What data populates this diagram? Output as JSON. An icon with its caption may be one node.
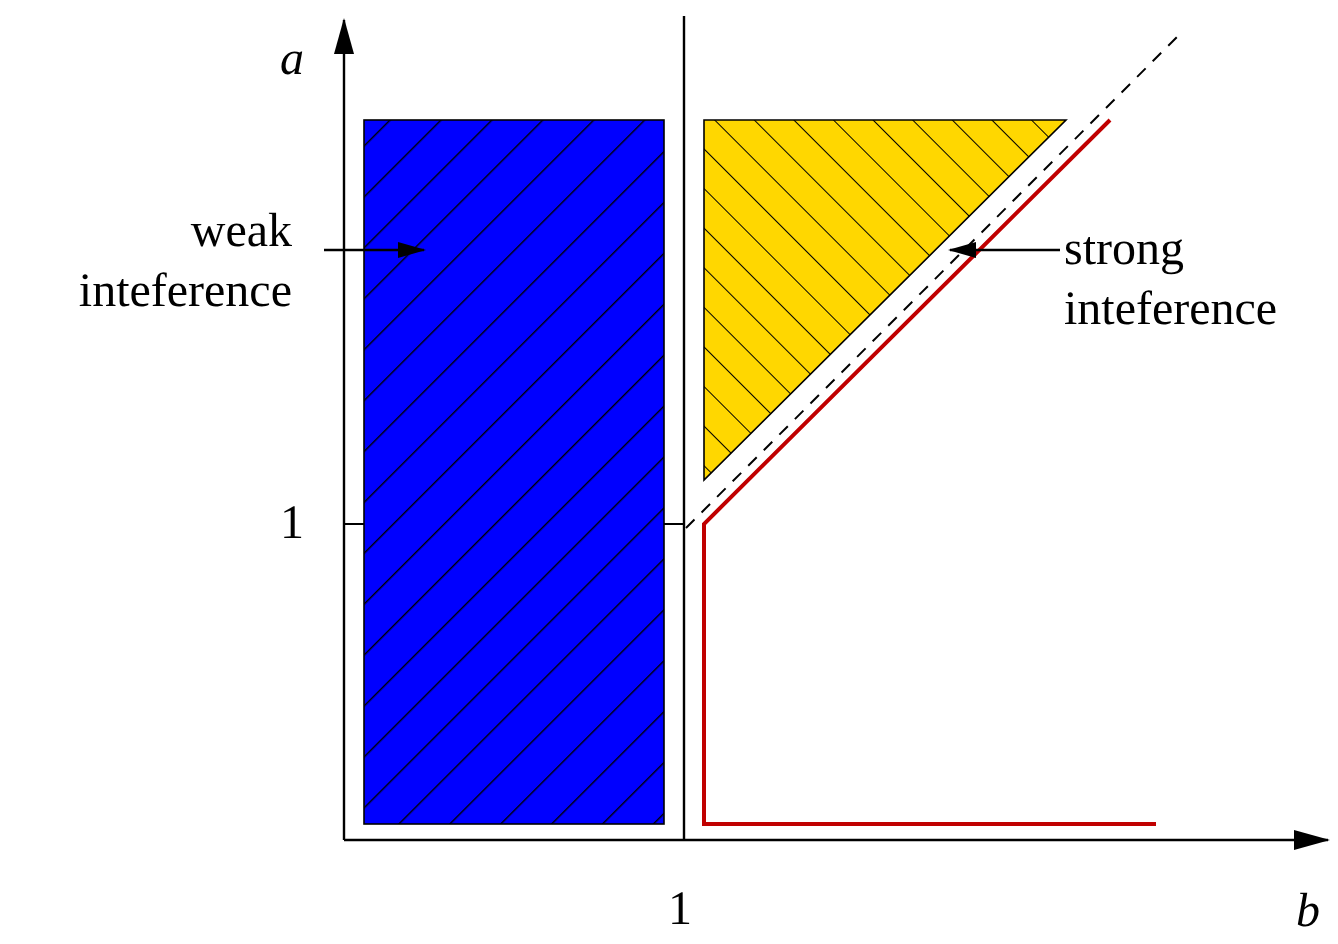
{
  "diagram": {
    "nodes": [
      {
        "text": [
          "weak inteference"
        ]
      },
      {
        "text": [],
        "shape": "box"
      },
      {
        "text": [],
        "shape": "triangle"
      },
      {
        "text": [
          "strong inteference"
        ]
      }
    ],
    "edges": [
      {
        "from": 0,
        "to": 1,
        "arrow": "to"
      },
      {
        "from": 3,
        "to": 2,
        "arrow": "to"
      }
    ],
    "labels": [
      "a",
      "1",
      "1",
      "b"
    ]
  }
}
